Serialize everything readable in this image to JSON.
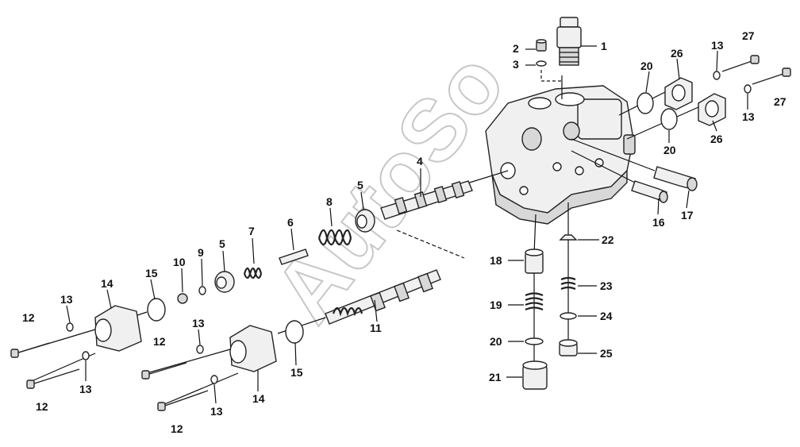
{
  "watermark": "AutoSo",
  "callouts": [
    "1",
    "2",
    "3",
    "4",
    "5",
    "5",
    "6",
    "7",
    "8",
    "9",
    "10",
    "11",
    "12",
    "12",
    "12",
    "12",
    "13",
    "13",
    "13",
    "13",
    "13",
    "13",
    "14",
    "14",
    "15",
    "15",
    "16",
    "17",
    "18",
    "19",
    "20",
    "20",
    "20",
    "21",
    "22",
    "23",
    "24",
    "25",
    "26",
    "26",
    "27",
    "27"
  ]
}
